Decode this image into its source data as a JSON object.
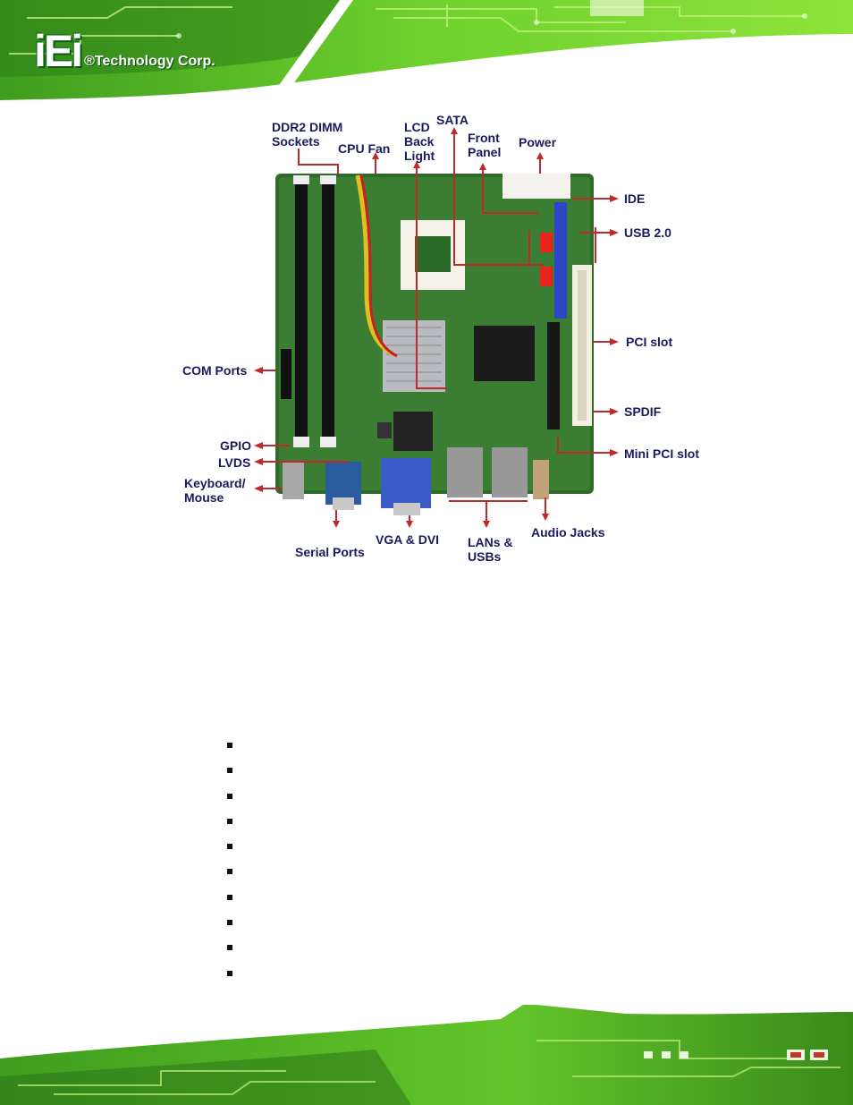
{
  "header": {
    "logo_mark": "iEi",
    "logo_text": "®Technology Corp."
  },
  "figure": {
    "labels": {
      "ddr2": "DDR2 DIMM\nSockets",
      "cpu_fan": "CPU Fan",
      "lcd_back_light": "LCD\nBack\nLight",
      "sata": "SATA",
      "front_panel": "Front\nPanel",
      "power": "Power",
      "ide": "IDE",
      "usb20": "USB 2.0",
      "pci_slot": "PCI slot",
      "com_ports": "COM Ports",
      "spdif": "SPDIF",
      "gpio": "GPIO",
      "mini_pci_slot": "Mini PCI slot",
      "lvds": "LVDS",
      "keyboard_mouse": "Keyboard/\nMouse",
      "audio_jacks": "Audio Jacks",
      "vga_dvi": "VGA  & DVI",
      "lans_usbs": "LANs &\nUSBs",
      "serial_ports": "Serial Ports"
    }
  },
  "bullets": {
    "count": 10
  },
  "colors": {
    "label_text": "#1a1a5e",
    "arrow": "#c0282a",
    "pcb_green": "#2e6b2a",
    "banner_green": "#4fb52a"
  }
}
